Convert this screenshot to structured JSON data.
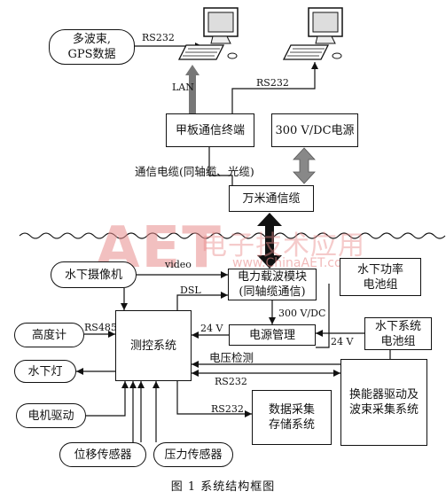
{
  "nodes": {
    "gps": "多波束,\nGPS数据",
    "deck_terminal": "甲板通信终端",
    "power_supply_300v": "300 V/DC电源",
    "cable_10km": "万米通信缆",
    "camera": "水下摄像机",
    "power_carrier": "电力载波模块\n(同轴缆通信)",
    "battery_power": "水下功率\n电池组",
    "altimeter": "高度计",
    "control": "测控系统",
    "power_mgmt": "电源管理",
    "system_battery": "水下系统\n电池组",
    "light": "水下灯",
    "transducer": "换能器驱动及\n波束采集系统",
    "motor": "电机驱动",
    "data_storage": "数据采集\n存储系统",
    "displacement": "位移传感器",
    "pressure": "压力传感器"
  },
  "edge_labels": {
    "rs232_gps": "RS232",
    "lan": "LAN",
    "rs232_deck": "RS232",
    "comm_cable": "通信电缆(同轴缆、光缆)",
    "video": "video",
    "dsl": "DSL",
    "v300": "300 V/DC",
    "rs485": "RS485",
    "v24_left": "24 V",
    "v24_right": "24 V",
    "voltage_detect": "电压检测",
    "rs232_transducer": "RS232",
    "rs232_storage": "RS232"
  },
  "watermark": {
    "logo": "AET",
    "chinese": "电子技术应用",
    "url": "www.ChinaAET.com"
  },
  "caption": "图 1   系统结构框图",
  "colors": {
    "line": "#111111",
    "arrow_fill": "#888888",
    "watermark": "#e8a0a0"
  }
}
